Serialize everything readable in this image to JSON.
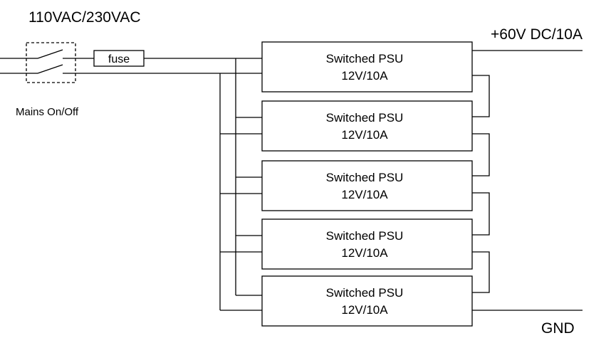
{
  "mains_voltage": "110VAC/230VAC",
  "switch_label": "Mains On/Off",
  "fuse_label": "fuse",
  "output_label": "+60V DC/10A",
  "ground_label": "GND",
  "psus": [
    {
      "line1": "Switched PSU",
      "line2": "12V/10A"
    },
    {
      "line1": "Switched PSU",
      "line2": "12V/10A"
    },
    {
      "line1": "Switched PSU",
      "line2": "12V/10A"
    },
    {
      "line1": "Switched PSU",
      "line2": "12V/10A"
    },
    {
      "line1": "Switched PSU",
      "line2": "12V/10A"
    }
  ]
}
